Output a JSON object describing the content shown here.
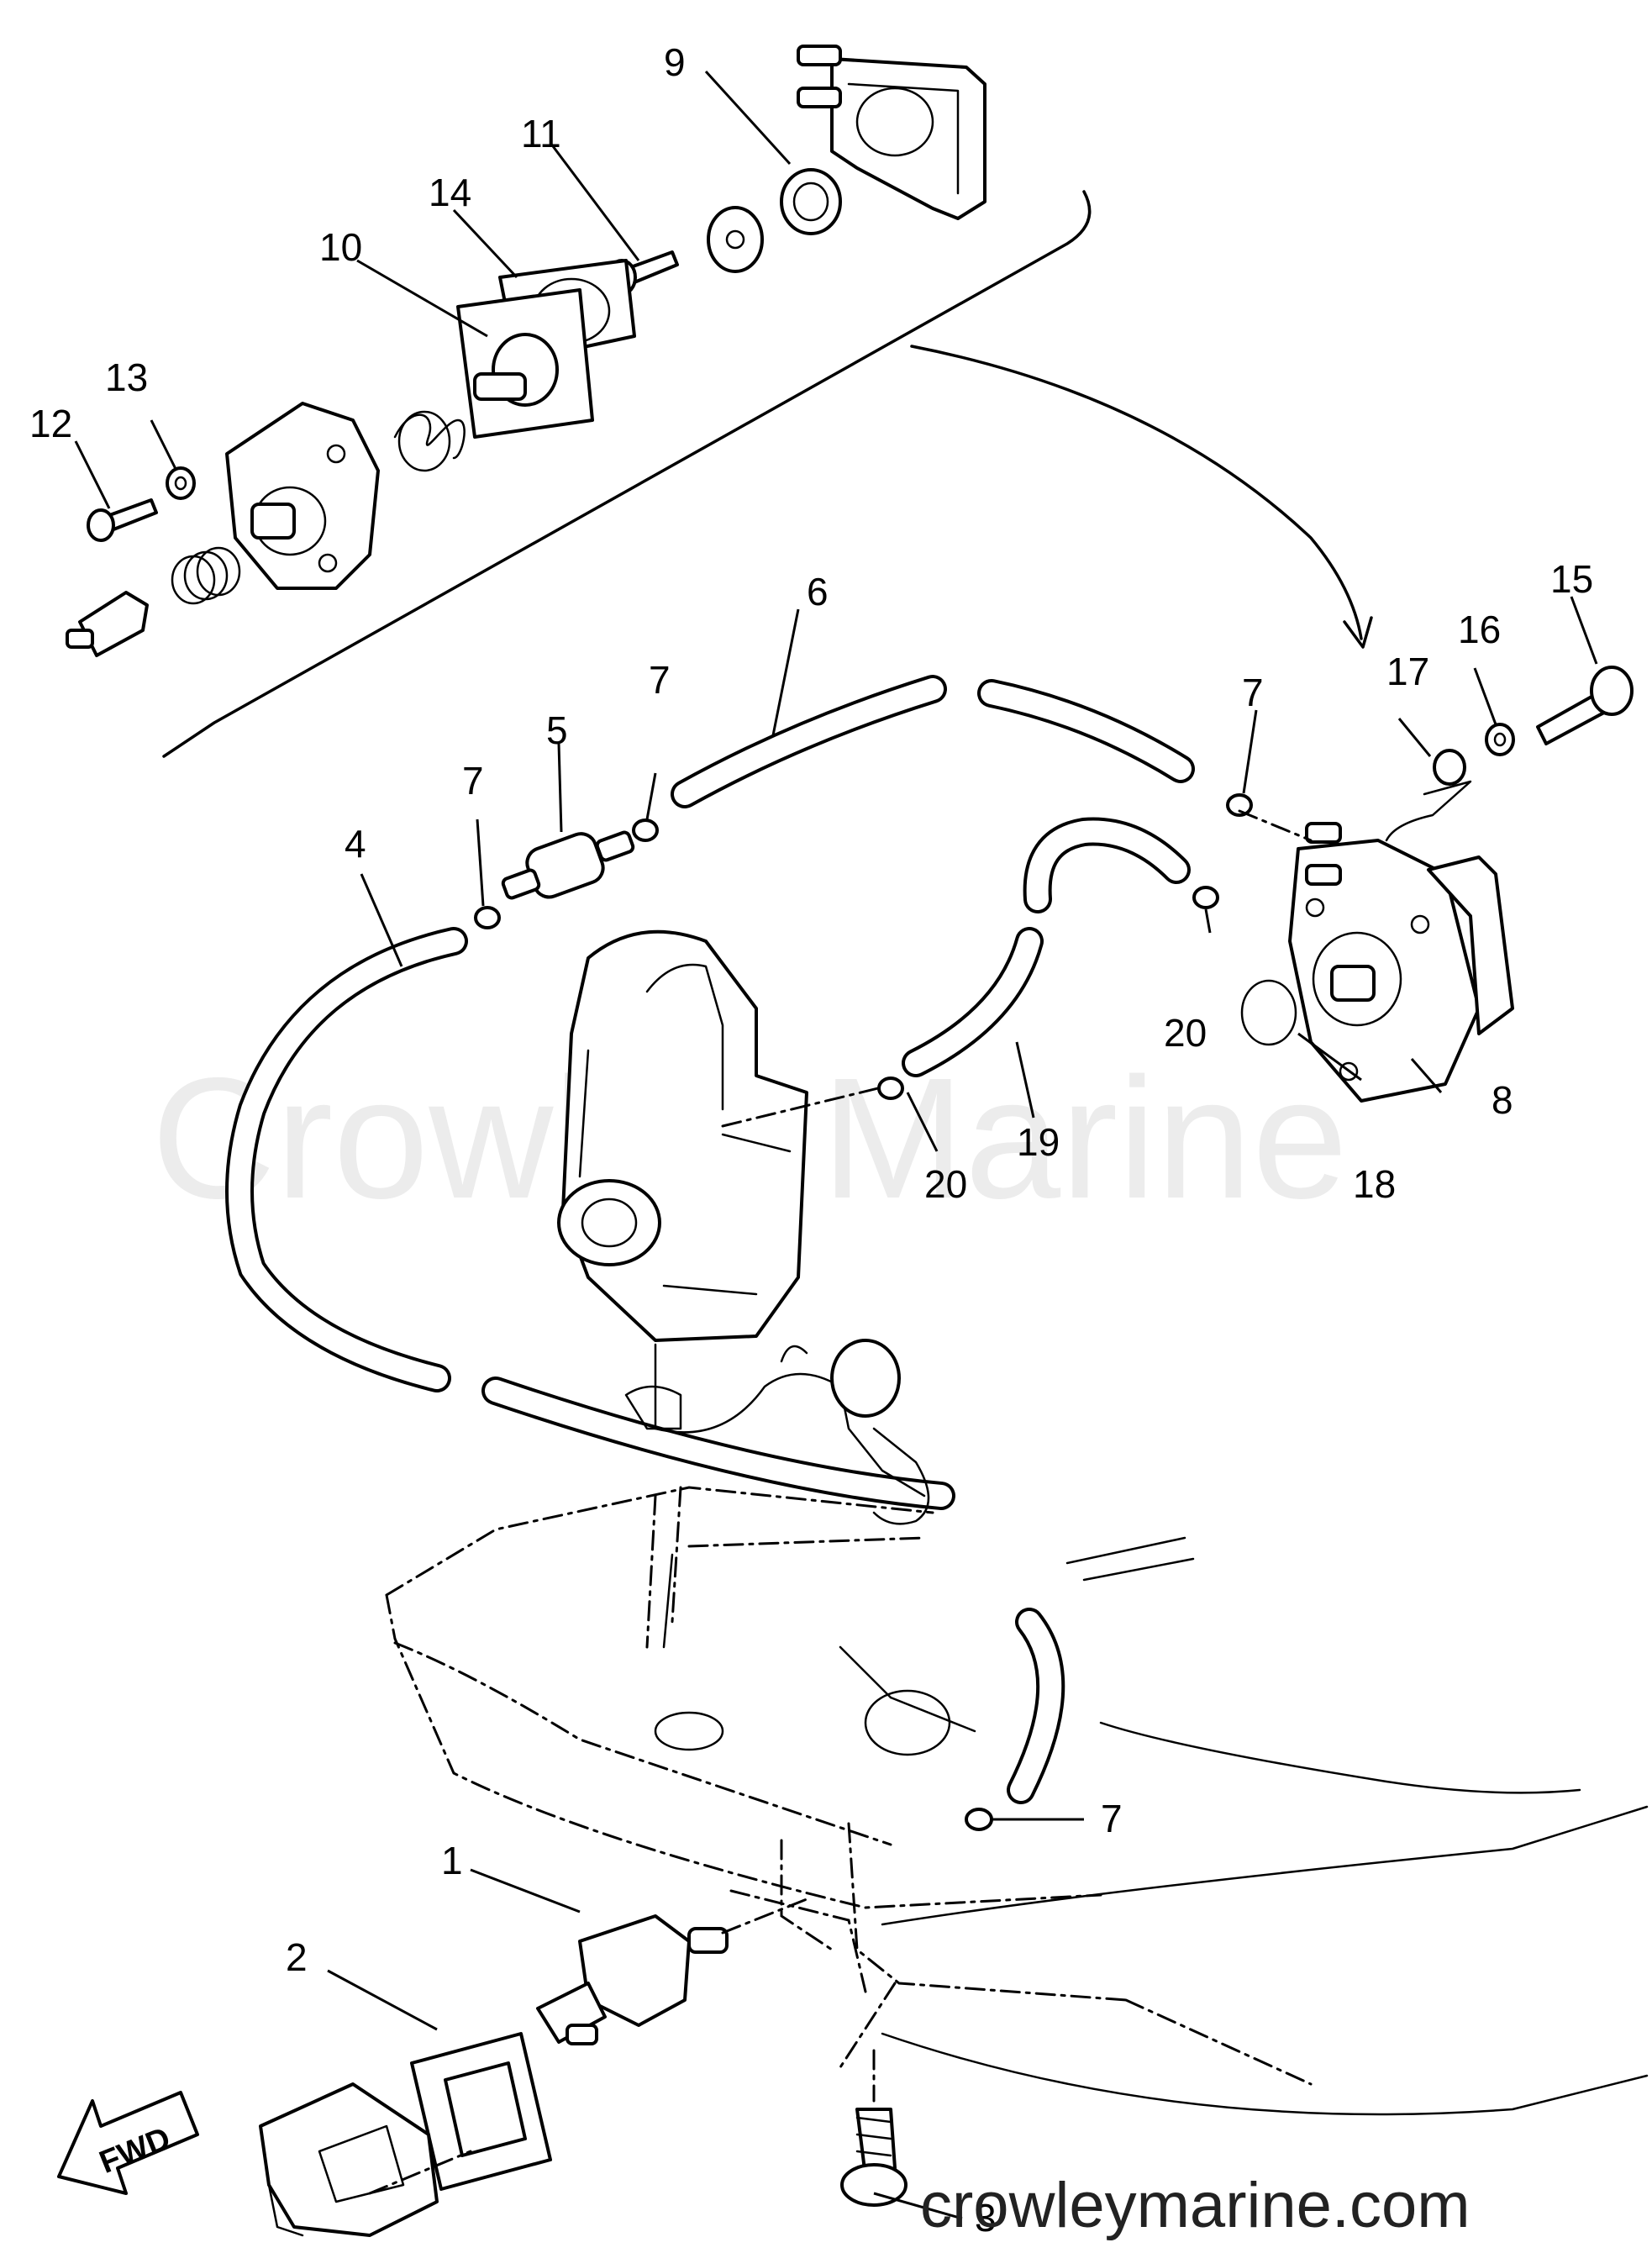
{
  "callouts": {
    "c1": "1",
    "c2": "2",
    "c3": "3",
    "c4": "4",
    "c5": "5",
    "c6": "6",
    "c7a": "7",
    "c7b": "7",
    "c7c": "7",
    "c7d": "7",
    "c8": "8",
    "c9": "9",
    "c10": "10",
    "c11": "11",
    "c12": "12",
    "c13": "13",
    "c14": "14",
    "c15": "15",
    "c16": "16",
    "c17": "17",
    "c18": "18",
    "c19": "19",
    "c20a": "20",
    "c20b": "20"
  },
  "watermark": "Crowley Marine",
  "site": "crowleymarine.com",
  "fwd_label": "FWD"
}
